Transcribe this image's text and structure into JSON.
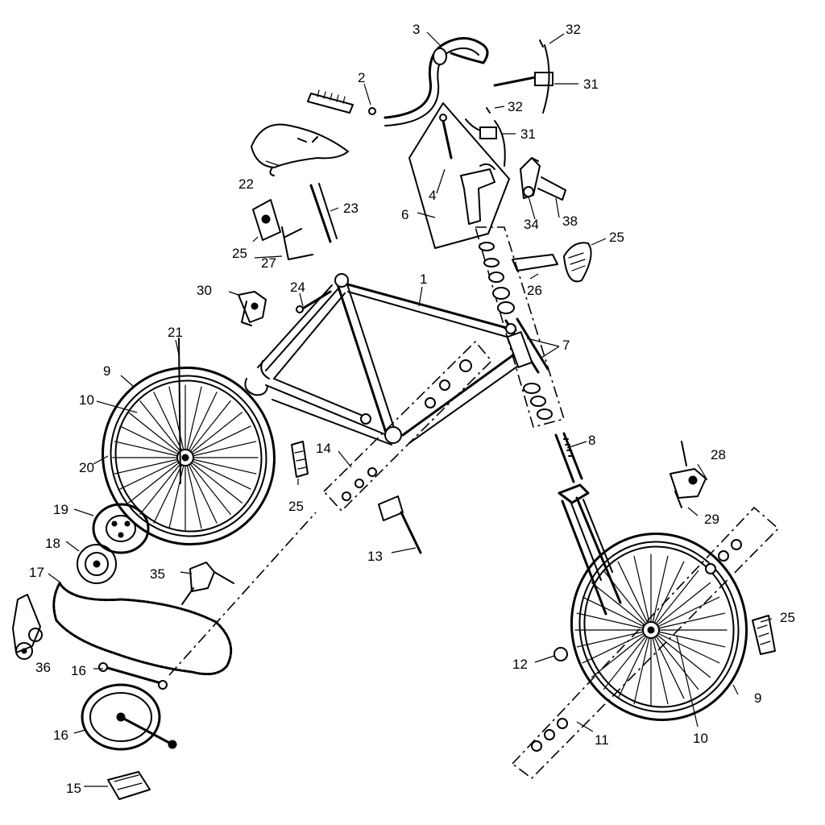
{
  "callouts": [
    {
      "id": "c1",
      "text": "1"
    },
    {
      "id": "c2",
      "text": "2"
    },
    {
      "id": "c3",
      "text": "3"
    },
    {
      "id": "c4",
      "text": "4"
    },
    {
      "id": "c6",
      "text": "6"
    },
    {
      "id": "c7",
      "text": "7"
    },
    {
      "id": "c8",
      "text": "8"
    },
    {
      "id": "c9a",
      "text": "9"
    },
    {
      "id": "c9b",
      "text": "9"
    },
    {
      "id": "c10a",
      "text": "10"
    },
    {
      "id": "c10b",
      "text": "10"
    },
    {
      "id": "c11",
      "text": "11"
    },
    {
      "id": "c12",
      "text": "12"
    },
    {
      "id": "c13",
      "text": "13"
    },
    {
      "id": "c14",
      "text": "14"
    },
    {
      "id": "c15",
      "text": "15"
    },
    {
      "id": "c16a",
      "text": "16"
    },
    {
      "id": "c16b",
      "text": "16"
    },
    {
      "id": "c17",
      "text": "17"
    },
    {
      "id": "c18",
      "text": "18"
    },
    {
      "id": "c19",
      "text": "19"
    },
    {
      "id": "c20",
      "text": "20"
    },
    {
      "id": "c21",
      "text": "21"
    },
    {
      "id": "c22",
      "text": "22"
    },
    {
      "id": "c23",
      "text": "23"
    },
    {
      "id": "c24",
      "text": "24"
    },
    {
      "id": "c25a",
      "text": "25"
    },
    {
      "id": "c25b",
      "text": "25"
    },
    {
      "id": "c25c",
      "text": "25"
    },
    {
      "id": "c25d",
      "text": "25"
    },
    {
      "id": "c26",
      "text": "26"
    },
    {
      "id": "c27",
      "text": "27"
    },
    {
      "id": "c28",
      "text": "28"
    },
    {
      "id": "c29",
      "text": "29"
    },
    {
      "id": "c30",
      "text": "30"
    },
    {
      "id": "c31a",
      "text": "31"
    },
    {
      "id": "c31b",
      "text": "31"
    },
    {
      "id": "c32a",
      "text": "32"
    },
    {
      "id": "c32b",
      "text": "32"
    },
    {
      "id": "c34",
      "text": "34"
    },
    {
      "id": "c35",
      "text": "35"
    },
    {
      "id": "c36",
      "text": "36"
    },
    {
      "id": "c38",
      "text": "38"
    }
  ]
}
